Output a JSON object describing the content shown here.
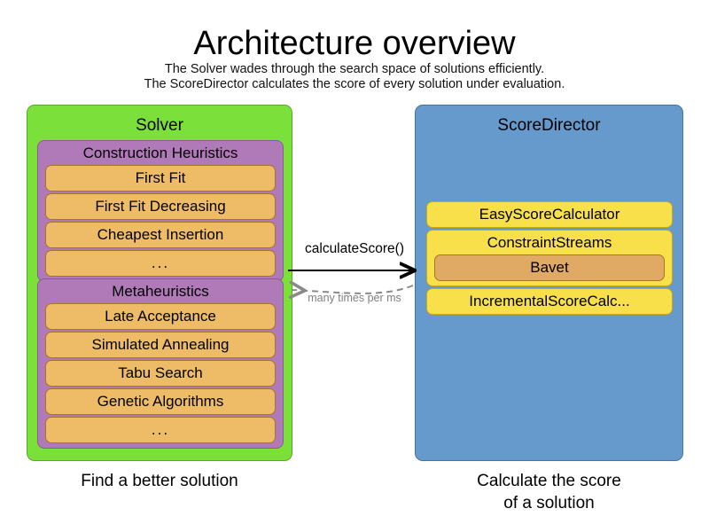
{
  "heading": {
    "title": "Architecture overview",
    "subtitle_line1": "The Solver wades through the search space of solutions efficiently.",
    "subtitle_line2": "The ScoreDirector calculates the score of every solution under evaluation."
  },
  "solver": {
    "title": "Solver",
    "caption": "Find a better solution",
    "color": "#7CE03A",
    "groups": [
      {
        "title": "Construction Heuristics",
        "color": "#B07AB8",
        "items": [
          {
            "label": "First Fit"
          },
          {
            "label": "First Fit Decreasing"
          },
          {
            "label": "Cheapest Insertion"
          },
          {
            "label": "..."
          }
        ]
      },
      {
        "title": "Metaheuristics",
        "color": "#B07AB8",
        "items": [
          {
            "label": "Late Acceptance"
          },
          {
            "label": "Simulated Annealing"
          },
          {
            "label": "Tabu Search"
          },
          {
            "label": "Genetic Algorithms"
          },
          {
            "label": "..."
          }
        ]
      }
    ]
  },
  "score_director": {
    "title": "ScoreDirector",
    "caption_line1": "Calculate the score",
    "caption_line2": "of a solution",
    "color": "#6699CC",
    "blocks": [
      {
        "label": "EasyScoreCalculator",
        "color": "#F7E04A"
      },
      {
        "label": "ConstraintStreams",
        "color": "#F7E04A",
        "child": {
          "label": "Bavet",
          "color": "#E0A964"
        }
      },
      {
        "label": "IncrementalScoreCalc...",
        "color": "#F7E04A"
      }
    ]
  },
  "arrows": {
    "forward": {
      "label": "calculateScore()",
      "style": "solid",
      "color": "#000000",
      "direction": "right"
    },
    "backward": {
      "label": "many times per ms",
      "style": "dashed",
      "color": "#808080",
      "direction": "left"
    }
  }
}
